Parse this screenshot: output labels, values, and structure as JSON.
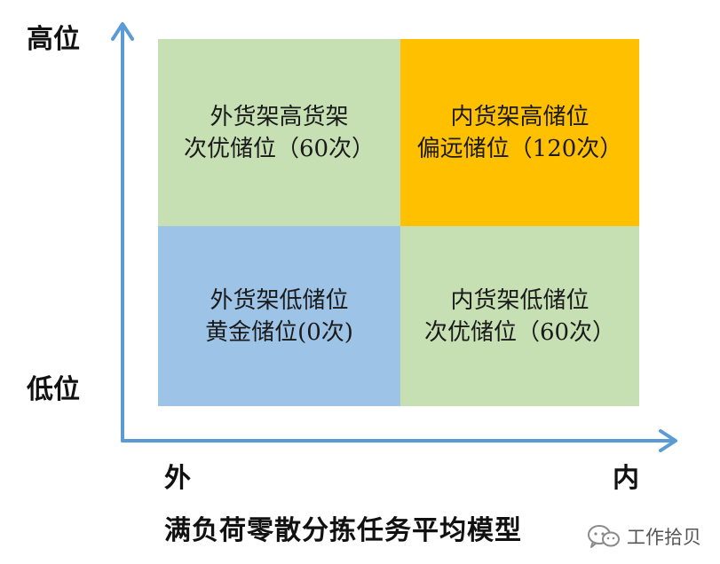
{
  "axes": {
    "y_high": "高位",
    "y_low": "低位",
    "x_outer": "外",
    "x_inner": "内"
  },
  "quadrants": [
    {
      "label": "外货架高货架\n次优储位（60次）",
      "color": "#c6e0b4"
    },
    {
      "label": "内货架高储位\n偏远储位（120次）",
      "color": "#ffc000"
    },
    {
      "label": "外货架低储位\n黄金储位(0次)",
      "color": "#9dc3e6"
    },
    {
      "label": "内货架低储位\n次优储位（60次）",
      "color": "#c6e0b4"
    }
  ],
  "axis_color": "#5b9bd5",
  "title": "满负荷零散分拣任务平均模型",
  "watermark": {
    "text": "工作拾贝",
    "icon": "wechat-icon"
  }
}
